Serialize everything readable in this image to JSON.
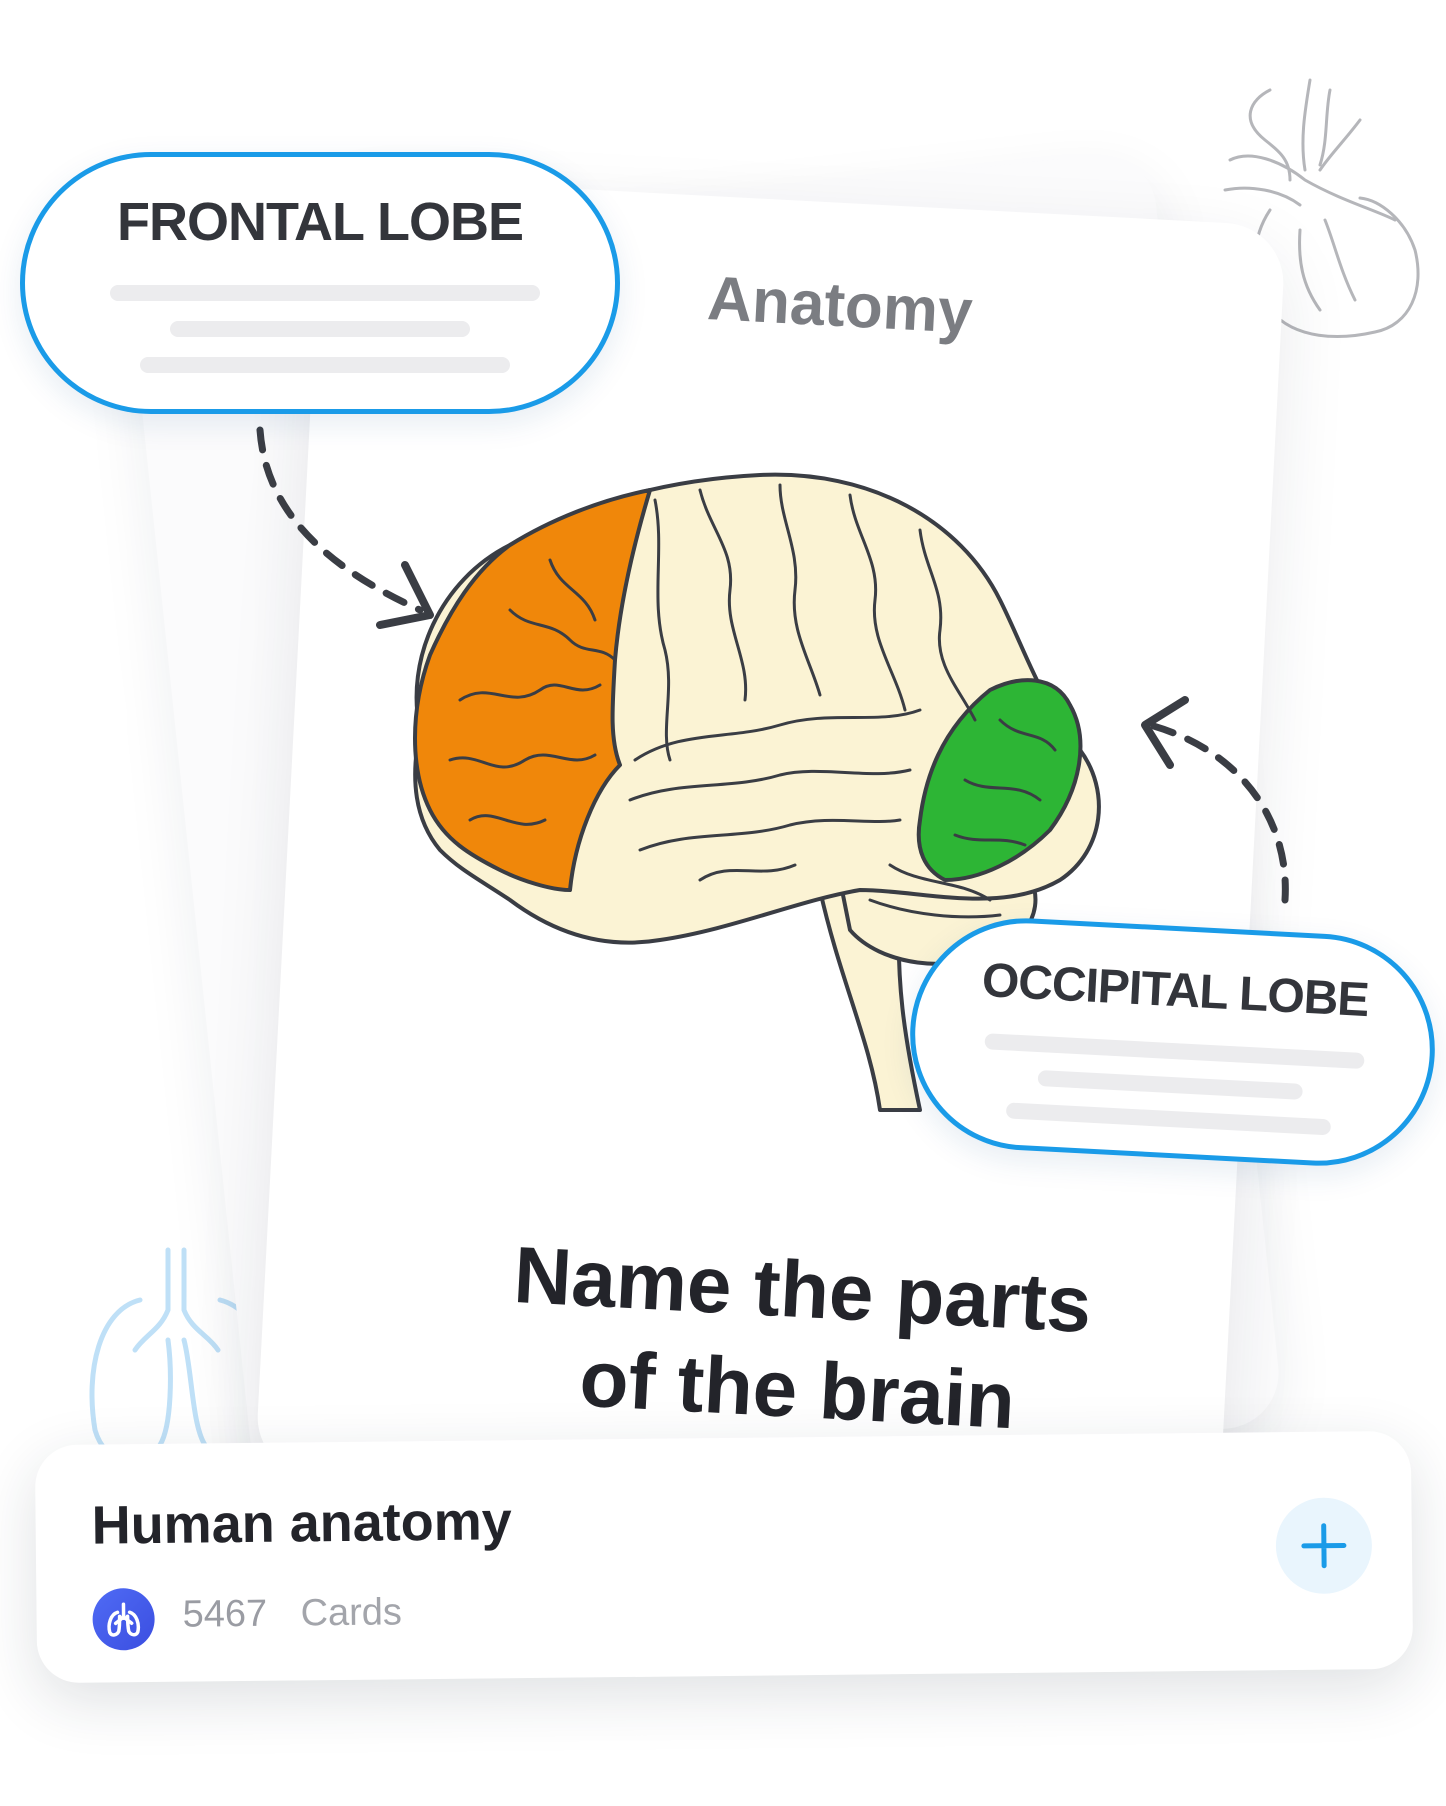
{
  "card": {
    "title": "Anatomy",
    "prompt_line1": "Name the parts",
    "prompt_line2": "of the brain"
  },
  "labels": {
    "frontal": "FRONTAL LOBE",
    "occipital": "OCCIPITAL LOBE"
  },
  "deck": {
    "name": "Human anatomy",
    "count": "5467",
    "unit": "Cards",
    "icon": "lungs-icon",
    "add_icon": "plus-icon"
  },
  "colors": {
    "accent": "#1a9be8",
    "frontal_lobe": "#f0870a",
    "occipital_lobe": "#2db535",
    "brain_fill": "#fbf3d4",
    "outline": "#3a3d44",
    "deck_icon": "#4557ea"
  }
}
